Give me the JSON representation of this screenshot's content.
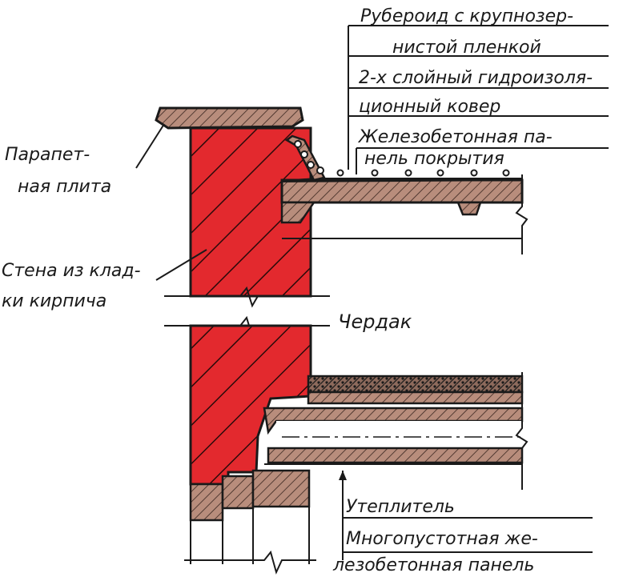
{
  "colors": {
    "brick": "#e3292e",
    "concrete": "#b88d7c",
    "ink": "#1a1a1a",
    "paper": "#ffffff"
  },
  "labels": {
    "roofing_line1": "Рубероид с крупнозер-",
    "roofing_line2": "нистой пленкой",
    "waterproof_line1": "2-х слойный гидроизоля-",
    "waterproof_line2": "ционный ковер",
    "roofpanel_line1": "Железобетонная па-",
    "roofpanel_line2": "нель покрытия",
    "parapet_line1": "Парапет-",
    "parapet_line2": "ная плита",
    "wall_line1": "Стена из клад-",
    "wall_line2": "ки кирпича",
    "attic": "Чердак",
    "insulation": "Утеплитель",
    "hollowpanel_line1": "Многопустотная же-",
    "hollowpanel_line2": "лезобетонная панель"
  }
}
